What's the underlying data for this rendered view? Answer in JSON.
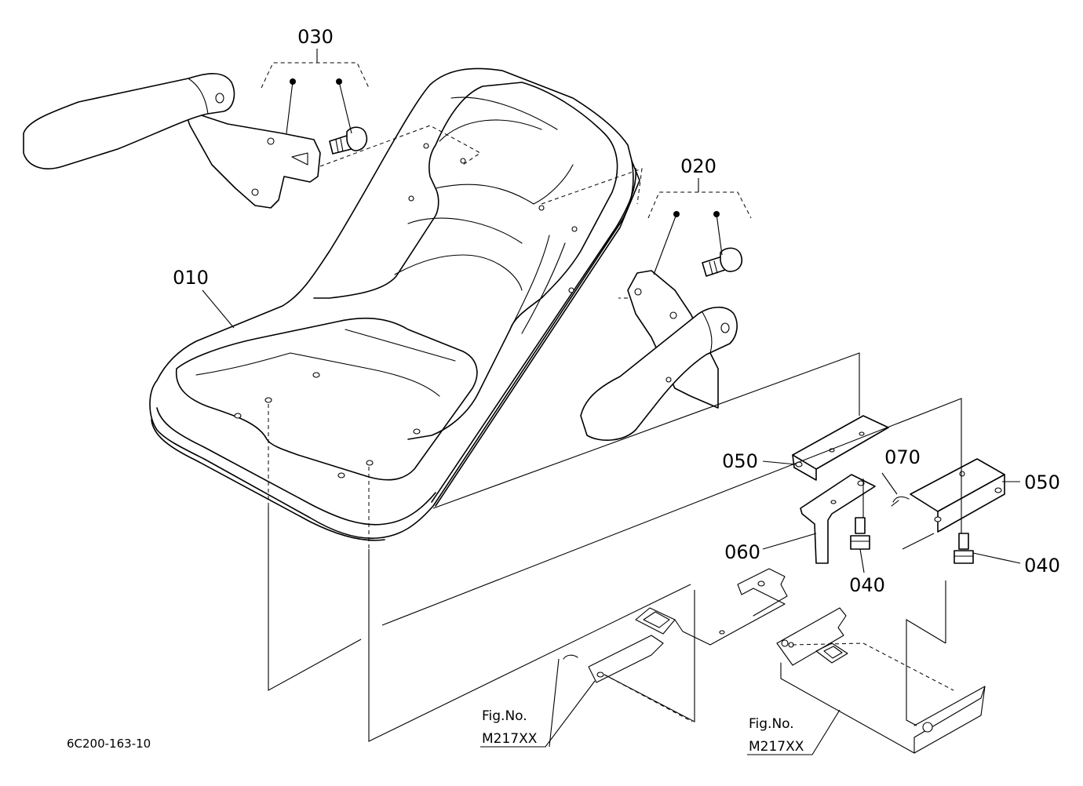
{
  "diagram": {
    "part_labels": {
      "p010": "010",
      "p020": "020",
      "p030": "030",
      "p040a": "040",
      "p040b": "040",
      "p050a": "050",
      "p050b": "050",
      "p060": "060",
      "p070": "070"
    },
    "figure_refs": {
      "left": {
        "line1": "Fig.No.",
        "line2": "M217XX"
      },
      "right": {
        "line1": "Fig.No.",
        "line2": "M217XX"
      }
    },
    "drawing_code": "6C200-163-10"
  }
}
